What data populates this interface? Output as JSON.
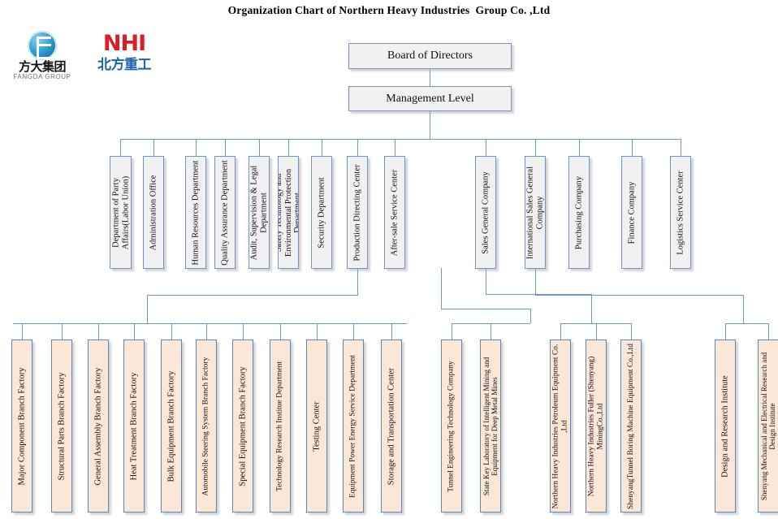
{
  "title": "Organization Chart of Northern Heavy Industries  Group Co. ,Ltd",
  "colors": {
    "box_border_blue": "#7196c4",
    "level2_fill": "#f1f1f1",
    "level3_fill": "#fbe7d8",
    "connector_line": "#6f97c4",
    "nhi_red": "#d81f26",
    "nhi_blue": "#1a63ad"
  },
  "logos": {
    "fangda": {
      "name": "fangda-group-logo",
      "cn": "方大集团",
      "en": "FANGDA GROUP"
    },
    "nhi": {
      "name": "nhi-logo",
      "en": "NHI",
      "cn": "北方重工"
    }
  },
  "top": [
    {
      "id": "board",
      "label": "Board of Directors"
    },
    {
      "id": "management",
      "label": "Management Level"
    }
  ],
  "level2_left": [
    {
      "label": "Department of Party Affairs(Labor Union)"
    },
    {
      "label": "Administration Office"
    },
    {
      "label": "Human Resources Department"
    },
    {
      "label": "Quality Assurance Department"
    },
    {
      "label": "Audit, Supervision & Legal Department"
    },
    {
      "label": "Safety Technology and Environmental Protection Department"
    },
    {
      "label": "Security Department"
    },
    {
      "label": "Production Directing Center"
    },
    {
      "label": "After-sale Service Center"
    }
  ],
  "level2_right": [
    {
      "label": "Sales General Company"
    },
    {
      "label": "International Sales General Company"
    },
    {
      "label": "Purchasing Company"
    },
    {
      "label": "Finance Company"
    },
    {
      "label": "Logistics Service Center"
    }
  ],
  "level3_production": [
    {
      "label": "Major Component Branch Factory"
    },
    {
      "label": "Structural Parts Branch Factory"
    },
    {
      "label": "General Assembly Branch Factory"
    },
    {
      "label": "Heat Treatment Branch Factory"
    },
    {
      "label": "Bulk Equipment Branch Factory"
    },
    {
      "label": "Automobile Steering System Branch Factory"
    },
    {
      "label": "Special Equipment Branch Factory"
    },
    {
      "label": "Technology Research Institue Department"
    },
    {
      "label": "Testing Center"
    },
    {
      "label": "Equipment Power Energy Service Department"
    },
    {
      "label": "Storage and Transportation Center"
    }
  ],
  "level3_tech": [
    {
      "label": "Tunnel Engineering Technology Company"
    },
    {
      "label": "State Key Laboratory of Intelligent Mining and Equipment for Deep Metal Mines"
    }
  ],
  "level3_subsidiaries": [
    {
      "label": "Northern Heavy Industries Petroleum Equipment Co. ,Ltd"
    },
    {
      "label": "Northern Heavy Industries Fuller (Shenyang) MiningCo.,Ltd"
    },
    {
      "label": "ShenyangTunnel Boring Machine Equipment Co.,Ltd"
    }
  ],
  "level3_institutes": [
    {
      "label": "Design and Research Institute"
    },
    {
      "label": "Shenyang Mechanical and Electrical Research and Design Institute"
    }
  ]
}
